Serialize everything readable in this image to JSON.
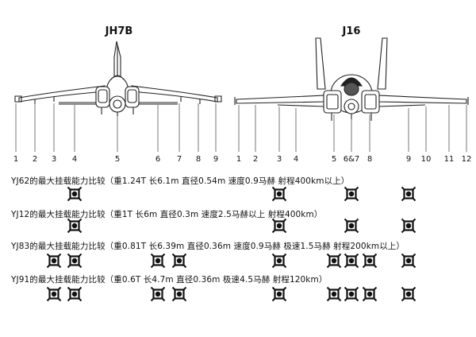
{
  "aircraft": [
    {
      "name": "JH7B",
      "hardpoint_labels": [
        "1",
        "2",
        "3",
        "4",
        "5",
        "6",
        "7",
        "8",
        "9"
      ]
    },
    {
      "name": "J16",
      "hardpoint_labels": [
        "1",
        "2",
        "3",
        "4",
        "5",
        "6&7",
        "8",
        "9",
        "10",
        "11",
        "12"
      ]
    }
  ],
  "missiles": [
    {
      "title": "YJ62的最大挂载能力比较（重1.24T 长6.1m 直径0.54m 速度0.9马赫 射程400km以上）",
      "JH7B_hardpoints": [
        "4"
      ],
      "J16_hardpoints": [
        "3",
        "6&7",
        "9"
      ]
    },
    {
      "title": "YJ12的最大挂载能力比较（重1T 长6m 直径0.3m 速度2.5马赫以上 射程400km）",
      "JH7B_hardpoints": [
        "4"
      ],
      "J16_hardpoints": [
        "3",
        "6&7",
        "9"
      ]
    },
    {
      "title": "YJ83的最大挂载能力比较（重0.81T 长6.39m 直径0.36m 速度0.9马赫 极速1.5马赫 射程200km以上）",
      "JH7B_hardpoints": [
        "3",
        "4",
        "6",
        "7"
      ],
      "J16_hardpoints": [
        "3",
        "5",
        "6&7",
        "8",
        "9"
      ]
    },
    {
      "title": "YJ91的最大挂载能力比较（重0.6T 长4.7m 直径0.36m 极速4.5马赫 射程120km）",
      "JH7B_hardpoints": [
        "3",
        "4",
        "6",
        "7"
      ],
      "J16_hardpoints": [
        "3",
        "5",
        "6&7",
        "8",
        "9"
      ]
    }
  ]
}
